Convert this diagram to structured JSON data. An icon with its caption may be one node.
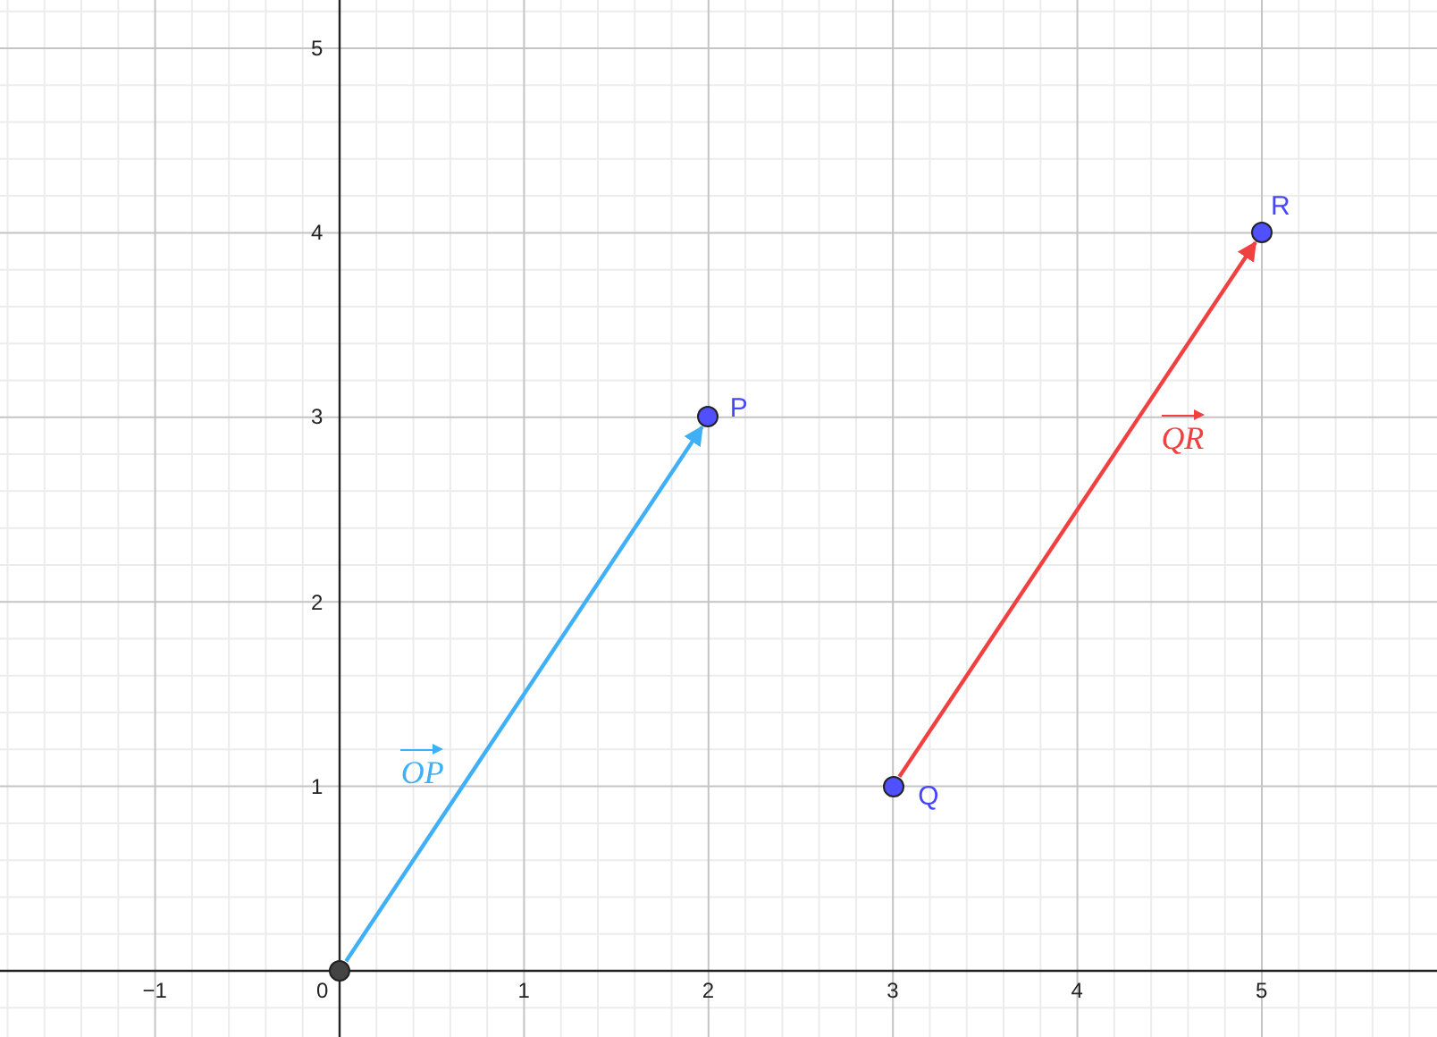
{
  "diagram": {
    "nodes": [
      {
        "text": [],
        "shape": "circle"
      },
      {
        "text": [
          "P"
        ]
      },
      {
        "text": [
          "R"
        ]
      },
      {
        "text": [
          "Q"
        ]
      }
    ],
    "edges": [
      {
        "from": 0,
        "to": 1,
        "arrow": "to",
        "label": "OP",
        "color": "#3fb0f5"
      },
      {
        "from": 3,
        "to": 2,
        "arrow": "to",
        "label": "QR",
        "color": "#f04040"
      }
    ],
    "labels": [
      "5",
      "4",
      "3",
      "2",
      "1",
      "−1",
      "0",
      "1",
      "2",
      "3",
      "4",
      "5"
    ]
  }
}
